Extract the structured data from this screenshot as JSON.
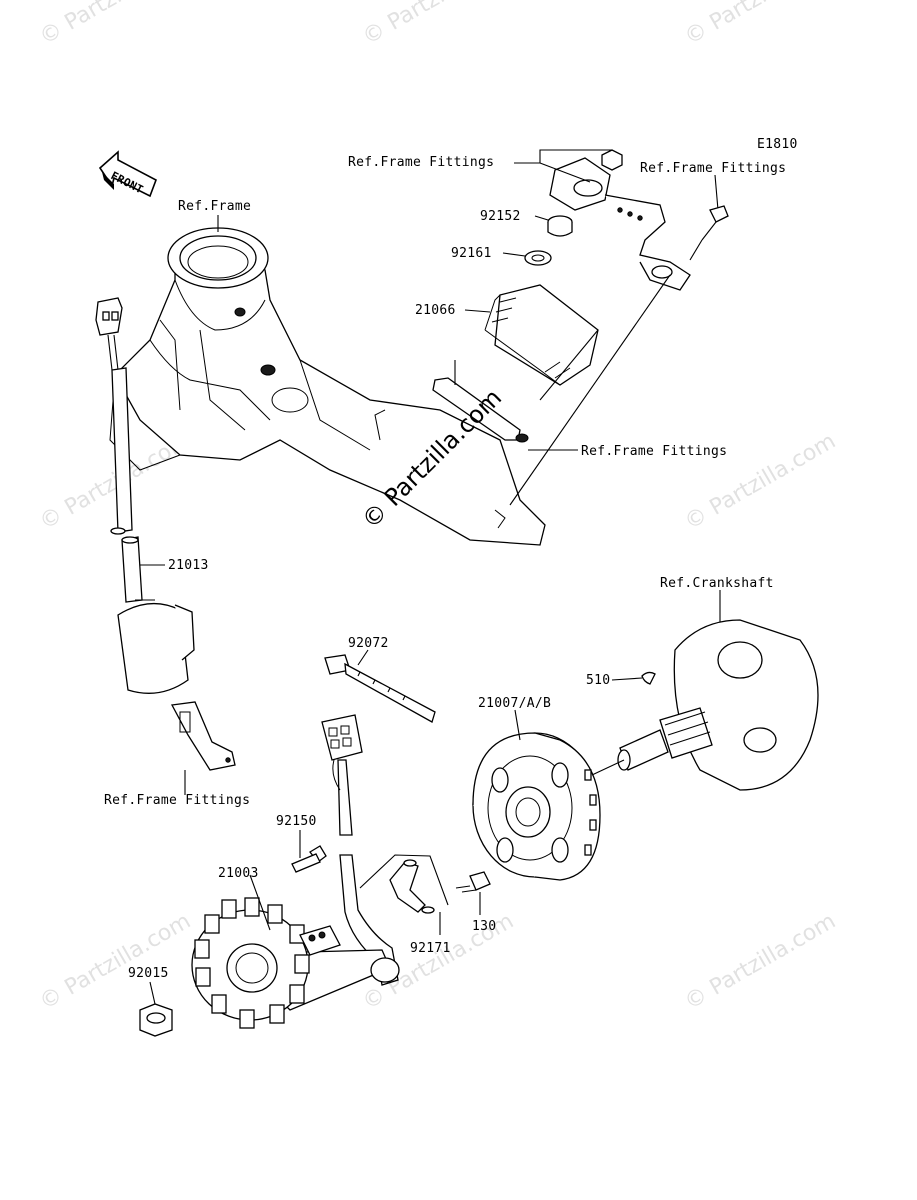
{
  "diagram_code": "E1810",
  "front_label": "FRONT",
  "watermark_small": "© Partzilla.com",
  "watermark_center": "© Partzilla.com",
  "labels": {
    "ref_frame": "Ref.Frame",
    "ref_frame_fittings_top_left": "Ref.Frame Fittings",
    "ref_frame_fittings_top_right": "Ref.Frame Fittings",
    "ref_frame_fittings_mid": "Ref.Frame Fittings",
    "ref_frame_fittings_left": "Ref.Frame Fittings",
    "ref_crankshaft": "Ref.Crankshaft",
    "p92152": "92152",
    "p92161": "92161",
    "p21066": "21066",
    "p21013": "21013",
    "p92072": "92072",
    "p510": "510",
    "p21007": "21007/A/B",
    "p92150": "92150",
    "p21003": "21003",
    "p130": "130",
    "p92171": "92171",
    "p92015": "92015"
  }
}
